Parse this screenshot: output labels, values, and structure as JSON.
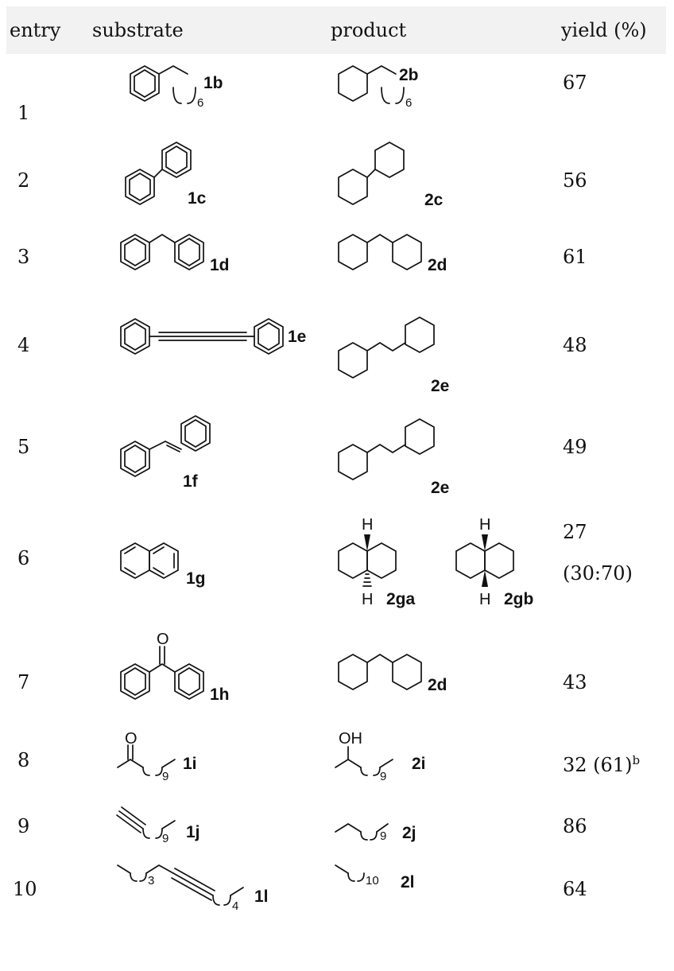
{
  "header": {
    "entry": "entry",
    "substrate": "substrate",
    "product": "product",
    "yield": "yield (%)"
  },
  "rows": [
    {
      "entry": "1",
      "substrate_label": "1b",
      "substrate_sub": "6",
      "product_label": "2b",
      "product_sub": "6",
      "yield": "67"
    },
    {
      "entry": "2",
      "substrate_label": "1c",
      "product_label": "2c",
      "yield": "56"
    },
    {
      "entry": "3",
      "substrate_label": "1d",
      "product_label": "2d",
      "yield": "61"
    },
    {
      "entry": "4",
      "substrate_label": "1e",
      "product_label": "2e",
      "yield": "48"
    },
    {
      "entry": "5",
      "substrate_label": "1f",
      "product_label": "2e",
      "yield": "49"
    },
    {
      "entry": "6",
      "substrate_label": "1g",
      "product_label_a": "2ga",
      "product_label_b": "2gb",
      "h_atom": "H",
      "yield": "27",
      "yield_ratio": "(30:70)"
    },
    {
      "entry": "7",
      "substrate_label": "1h",
      "o_atom": "O",
      "product_label": "2d",
      "yield": "43"
    },
    {
      "entry": "8",
      "substrate_label": "1i",
      "o_atom": "O",
      "substrate_sub": "9",
      "product_label": "2i",
      "oh_group": "OH",
      "product_sub": "9",
      "yield": "32 (61)",
      "yield_note": "b"
    },
    {
      "entry": "9",
      "substrate_label": "1j",
      "substrate_sub": "9",
      "product_label": "2j",
      "product_sub": "9",
      "yield": "86"
    },
    {
      "entry": "10",
      "substrate_label": "1l",
      "substrate_sub_a": "3",
      "substrate_sub_b": "4",
      "product_label": "2l",
      "product_sub": "10",
      "yield": "64"
    }
  ]
}
